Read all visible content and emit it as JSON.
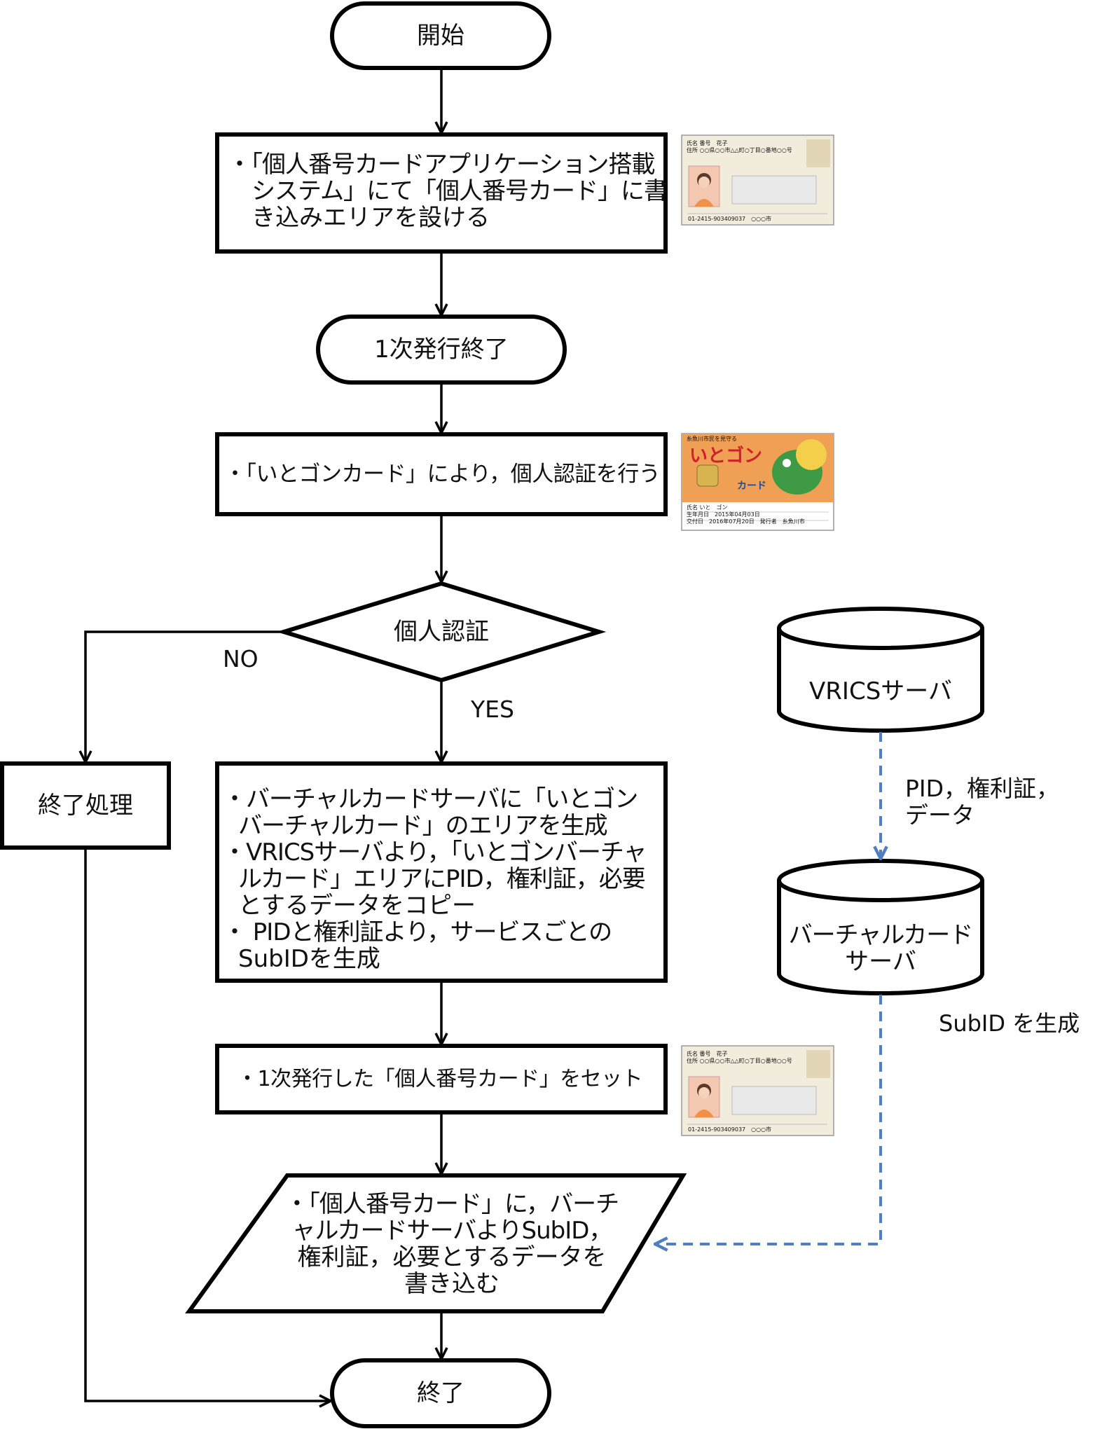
{
  "flow": {
    "start": "開始",
    "step1": [
      "・「個人番号カードアプリケーション搭載",
      "システム」にて「個人番号カード」に書",
      "き込みエリアを設ける"
    ],
    "issue1_end": "1次発行終了",
    "step2": "・「いとゴンカード」により，個人認証を行う",
    "decision": "個人認証",
    "no_label": "NO",
    "yes_label": "YES",
    "end_process": "終了処理",
    "step3": [
      "・バーチャルカードサーバに「いとゴン",
      "バーチャルカード」のエリアを生成",
      "・VRICSサーバより，「いとゴンバーチャ",
      "ルカード」エリアにPID，権利証，必要",
      "とするデータをコピー",
      "・ PIDと権利証より，サービスごとの",
      "SubIDを生成"
    ],
    "step4": "・1次発行した「個人番号カード」をセット",
    "step5": [
      "・「個人番号カード」に，バーチ",
      "ャルカードサーバよりSubID，",
      "権利証，必要とするデータを",
      "書き込む"
    ],
    "end": "終了"
  },
  "servers": {
    "vrics": "VRICSサーバ",
    "flow_label": [
      "PID，権利証，",
      "データ"
    ],
    "virtual": [
      "バーチャルカード",
      "サーバ"
    ],
    "subid_label": "SubID を生成"
  },
  "cards": {
    "mynumber": {
      "name_label": "氏名",
      "name": "番号　花子",
      "address_label": "住所",
      "address": "○○県○○市△△町○丁目○番地○○号",
      "bottom": "01-2415-903409037　○○○市"
    },
    "itogon": {
      "header": "糸魚川市民を見守る",
      "logo": "いとゴン",
      "subtitle": "カード",
      "name_label": "氏名",
      "name": "いと　ゴン",
      "rows": [
        "生年月日　2015年04月03日",
        "交付日　2016年07月20日　発行者　糸魚川市"
      ]
    }
  },
  "colors": {
    "line": "#000000",
    "dashed": "#4f7fc0",
    "itogon_bg": "#f0a055",
    "mynumber_bg": "#f2ecdc"
  }
}
